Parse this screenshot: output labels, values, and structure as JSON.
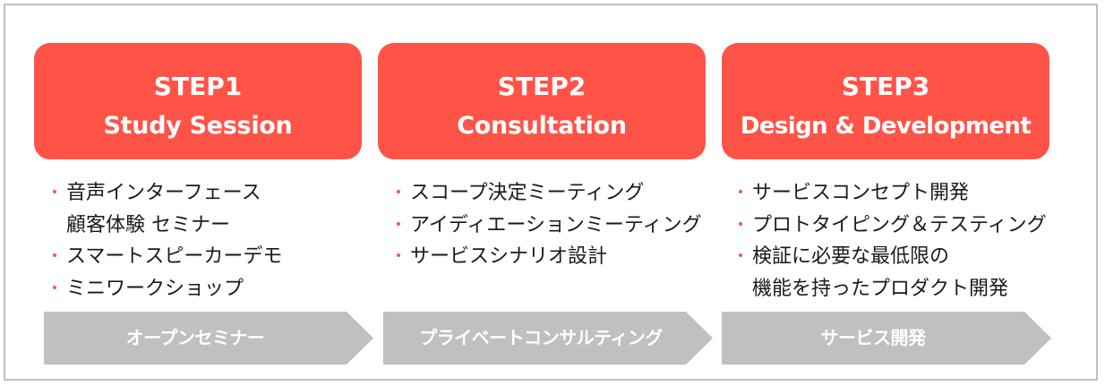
{
  "colors": {
    "step_fill": "#ff5348",
    "arrow_fill": "#c0c0c0",
    "frame_border": "#bfbfbf",
    "bullet_dot": "#ff5348"
  },
  "steps": [
    {
      "number": "STEP1",
      "name": "Study Session",
      "bullets": [
        {
          "text": "音声インターフェース",
          "continuation": "顧客体験  セミナー"
        },
        {
          "text": "スマートスピーカーデモ",
          "continuation": ""
        },
        {
          "text": "ミニワークショップ",
          "continuation": ""
        }
      ],
      "arrow_label": "オープンセミナー"
    },
    {
      "number": "STEP2",
      "name": "Consultation",
      "bullets": [
        {
          "text": "スコープ決定ミーティング",
          "continuation": ""
        },
        {
          "text": "アイディエーションミーティング",
          "continuation": ""
        },
        {
          "text": "サービスシナリオ設計",
          "continuation": ""
        }
      ],
      "arrow_label": "プライベートコンサルティング"
    },
    {
      "number": "STEP3",
      "name": "Design & Development",
      "bullets": [
        {
          "text": "サービスコンセプト開発",
          "continuation": ""
        },
        {
          "text": "プロトタイピング＆テスティング",
          "continuation": ""
        },
        {
          "text": "検証に必要な最低限の",
          "continuation": "機能を持ったプロダクト開発"
        }
      ],
      "arrow_label": "サービス開発"
    }
  ]
}
